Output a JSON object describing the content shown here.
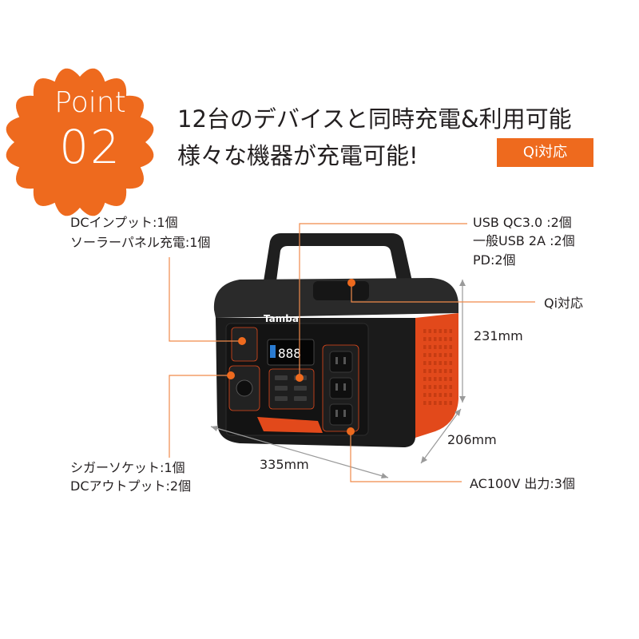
{
  "badge": {
    "word": "Point",
    "number": "02"
  },
  "headline": {
    "line1": "12台のデバイスと同時充電&利用可能",
    "line2": "様々な機器が充電可能!"
  },
  "qi_tag": "Qi対応",
  "product": {
    "brand": "Tamba"
  },
  "callouts": {
    "dc_input": "DCインプット:1個",
    "solar_charge": "ソーラーパネル充電:1個",
    "usb_qc": "USB QC3.0 :2個",
    "usb_general": "一般USB 2A :2個",
    "pd": "PD:2個",
    "qi": "Qi対応",
    "cigar": "シガーソケット:1個",
    "dc_output": "DCアウトプット:2個",
    "ac_output": "AC100V 出力:3個"
  },
  "dimensions": {
    "height": "231mm",
    "depth": "206mm",
    "width": "335mm"
  },
  "colors": {
    "accent": "#ee6a1e",
    "callout_line": "#f08a4b",
    "body": "#1b1b1b",
    "side": "#e2491b"
  }
}
